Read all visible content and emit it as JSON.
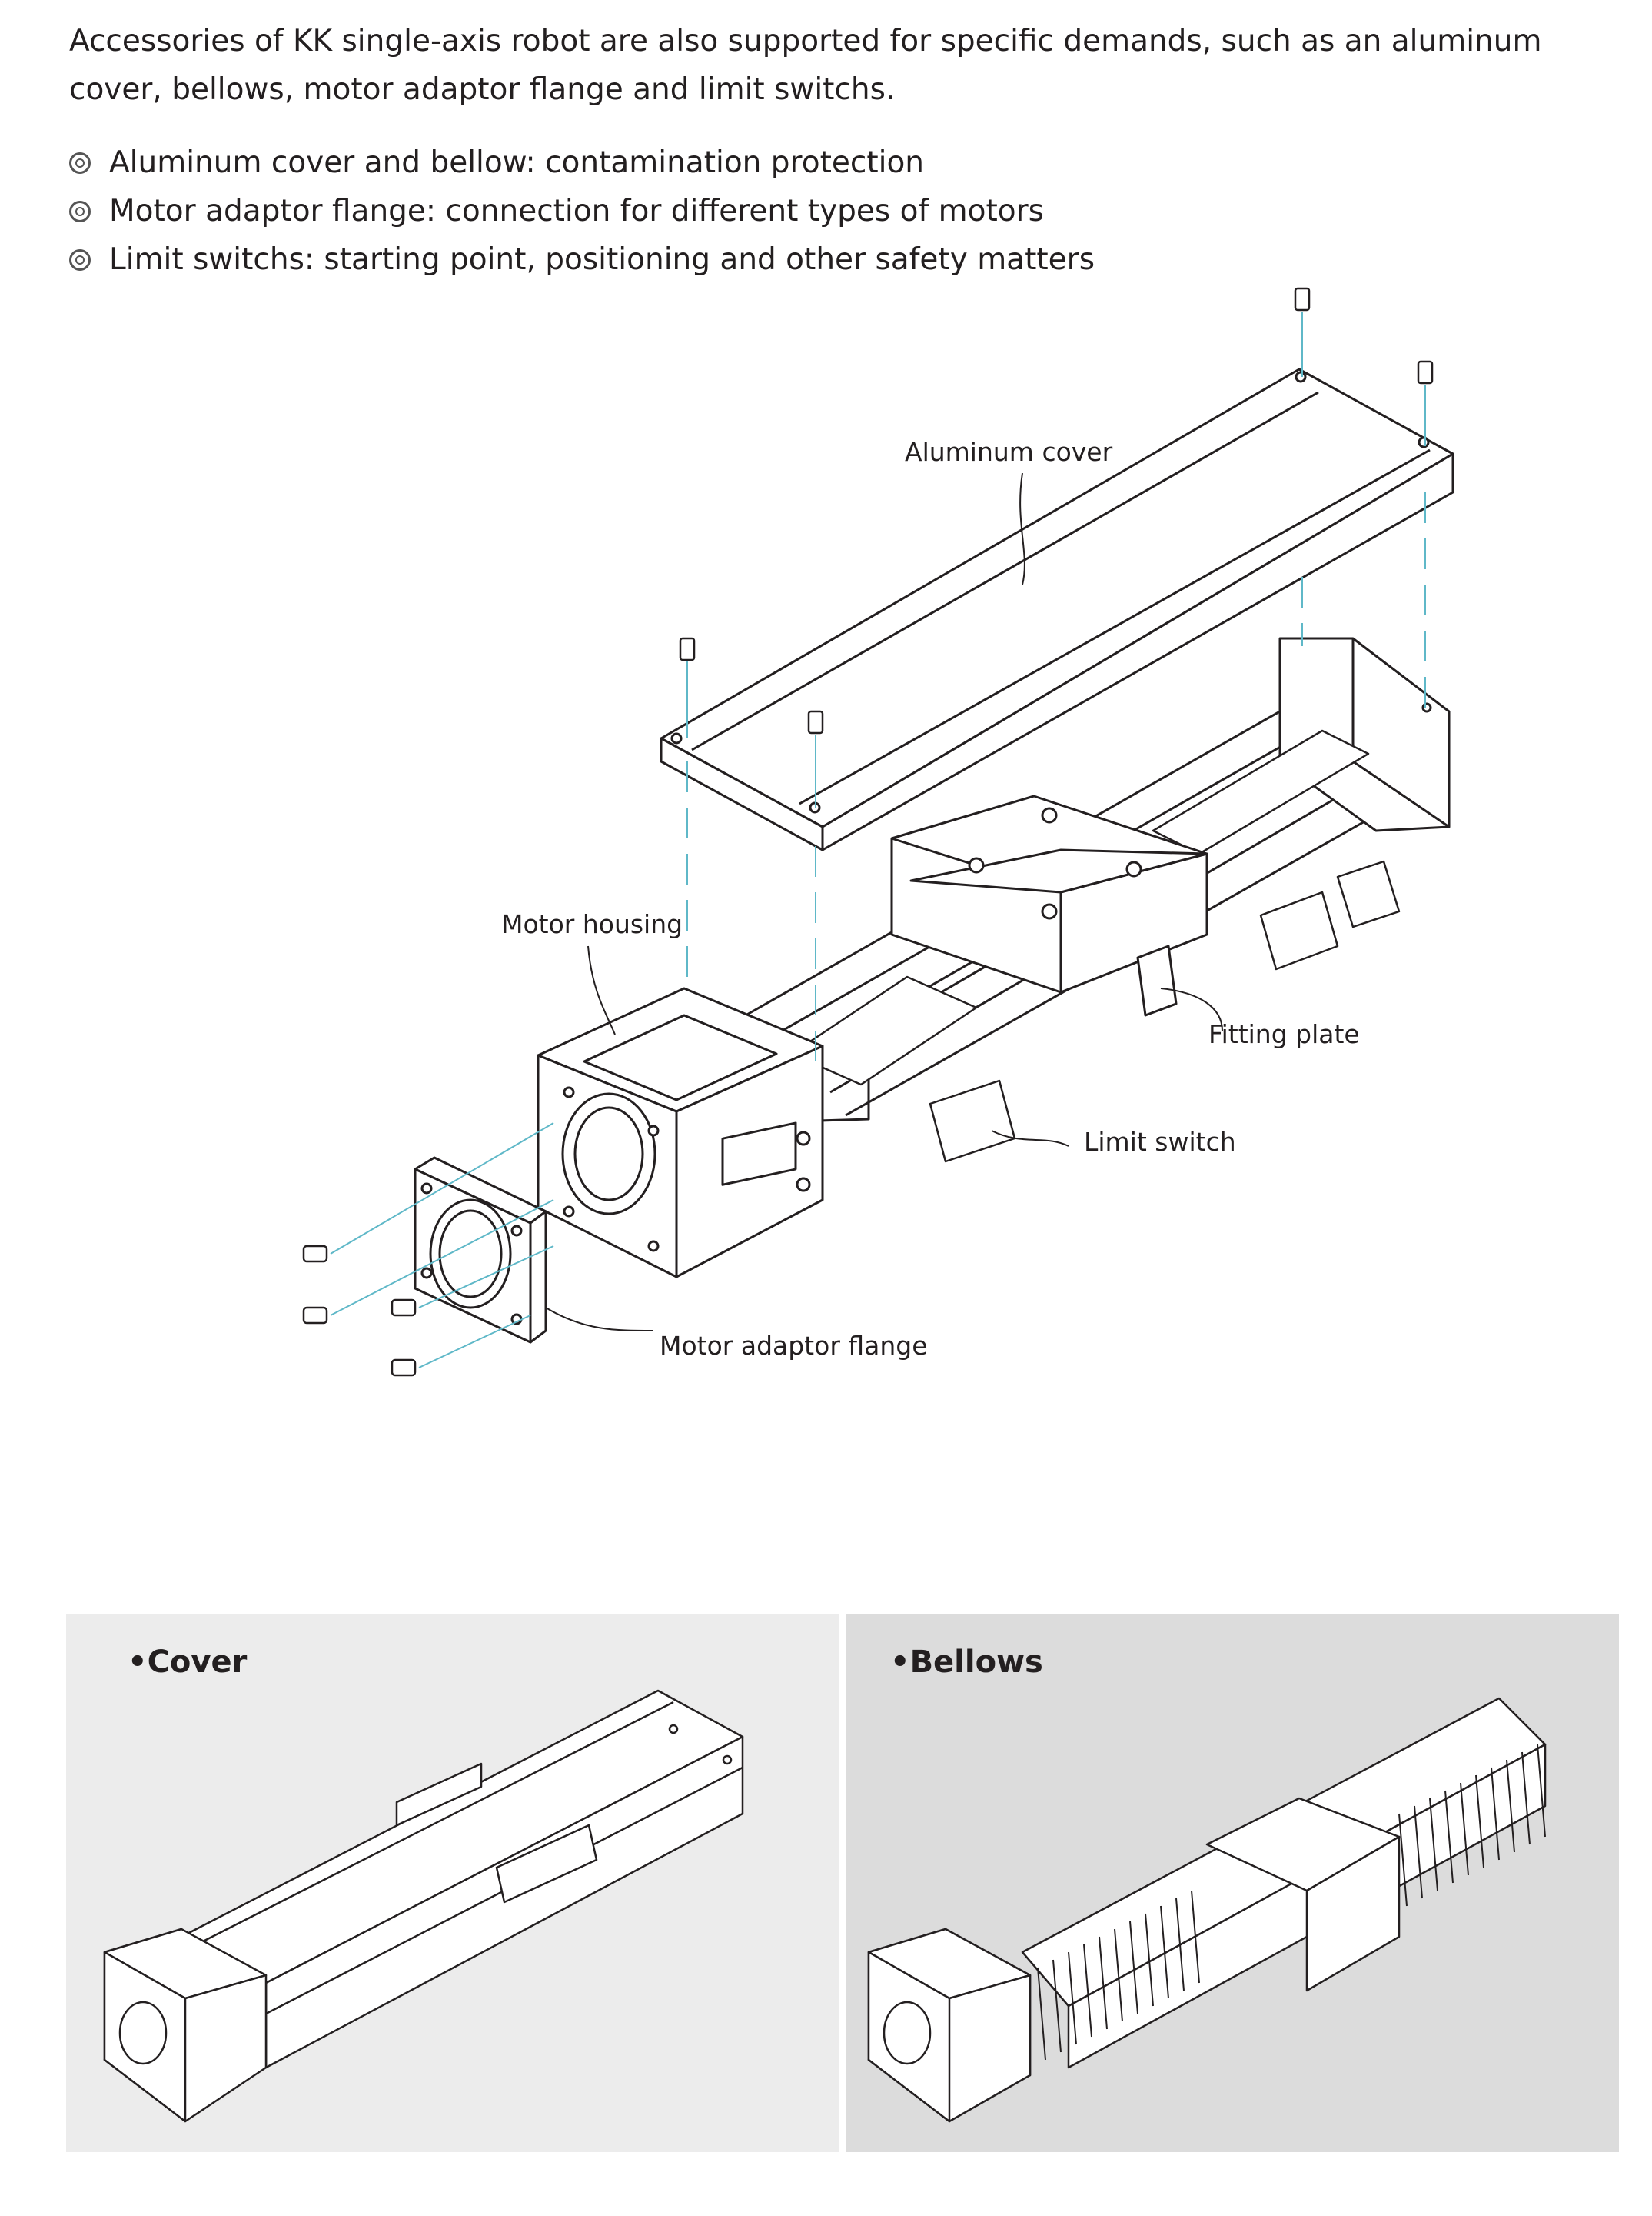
{
  "intro": "Accessories of KK single-axis robot are also supported for specific demands, such as an aluminum cover, bellows, motor adaptor flange and limit switchs.",
  "bullets": [
    "Aluminum  cover and bellow: contamination protection",
    "Motor adaptor flange: connection for different types of motors",
    "Limit switchs: starting point, positioning and other safety matters"
  ],
  "diagram": {
    "labels": {
      "aluminum_cover": "Aluminum cover",
      "motor_housing": "Motor housing",
      "fitting_plate": "Fitting plate",
      "limit_switch": "Limit switch",
      "motor_adaptor_flange": "Motor adaptor flange"
    },
    "leader_color": "#5fb8c8"
  },
  "panels": {
    "cover": {
      "title": "•Cover"
    },
    "bellows": {
      "title": "•Bellows"
    }
  }
}
